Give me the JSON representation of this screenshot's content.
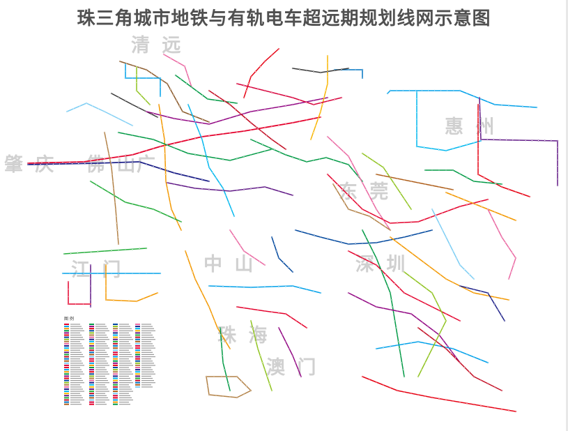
{
  "title": "珠三角城市地铁与有轨电车超远期规划线网示意图",
  "cities": {
    "qingyuan": "清 远",
    "huizhou": "惠 州",
    "zhaoqing": "肇 庆",
    "foshan": "佛 山",
    "guangzhou": "广",
    "dongguan": "东 莞",
    "jiangmen": "江 门",
    "zhongshan": "中 山",
    "shenzhen": "深 圳",
    "zhuhai": "珠 海",
    "aomen": "澳 门"
  },
  "legend": {
    "title": "图 例"
  },
  "colors": {
    "line_palette": [
      "#e4002b",
      "#00a0e9",
      "#f39800",
      "#009944",
      "#920783",
      "#e60012",
      "#00479d",
      "#8fc31f",
      "#b28146",
      "#ea68a2",
      "#1d2088",
      "#00b7ee",
      "#f8b500",
      "#601986",
      "#22ac38",
      "#c30d23",
      "#0075c2",
      "#ae5e1a",
      "#7ecef4",
      "#d7003a"
    ]
  }
}
